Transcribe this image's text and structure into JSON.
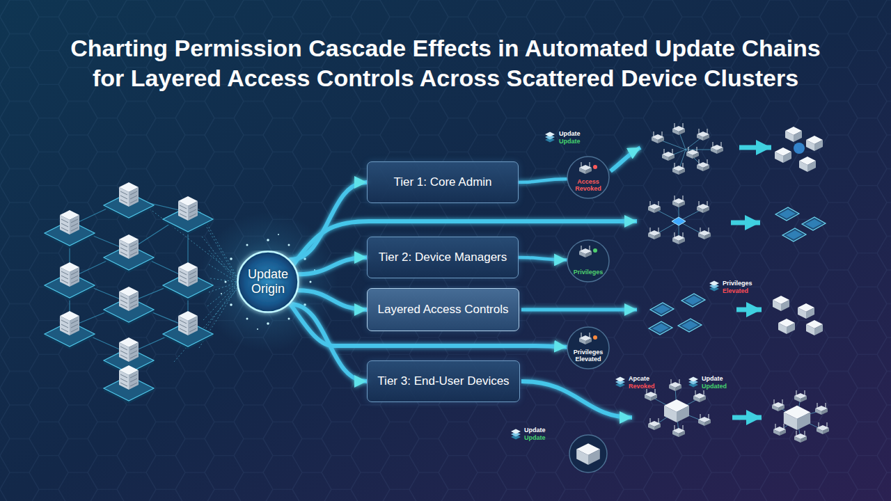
{
  "diagram": {
    "title": "Charting Permission Cascade Effects in Automated Update Chains for Layered Access Controls Across Scattered Device Clusters",
    "nodes": [
      {
        "text": [
          "Update Origin"
        ]
      },
      {
        "text": [
          "Tier 1: Core Admin"
        ]
      },
      {
        "text": [
          "Tier 2: Device Managers"
        ]
      },
      {
        "text": [
          "Layered Access Controls"
        ]
      },
      {
        "text": [
          "Tier 3: End-User Devices"
        ]
      },
      {
        "text": [
          "Access Revoked"
        ]
      },
      {
        "text": [
          "Privileges"
        ]
      },
      {
        "text": [
          "Privileges Elevated"
        ]
      }
    ],
    "edges": [
      {
        "from": 0,
        "to": 1,
        "arrow": "to"
      },
      {
        "from": 0,
        "to": 2,
        "arrow": "to"
      },
      {
        "from": 0,
        "to": 3,
        "arrow": "to"
      },
      {
        "from": 0,
        "to": 4,
        "arrow": "to"
      },
      {
        "from": 0,
        "to": 7,
        "arrow": "to"
      },
      {
        "from": 2,
        "to": 6,
        "arrow": "to"
      },
      {
        "from": 1,
        "to": 5,
        "arrow": "none"
      }
    ],
    "labels": [
      "Update",
      "Update",
      "Privileges",
      "Elevated",
      "Apcate",
      "Revoked",
      "Update",
      "Updated",
      "Update",
      "Update"
    ]
  }
}
